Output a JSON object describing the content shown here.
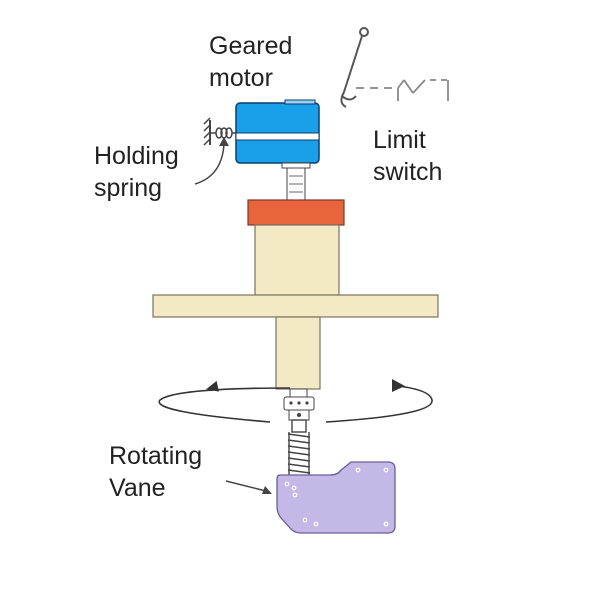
{
  "labels": {
    "geared_motor": [
      "Geared",
      "motor"
    ],
    "holding_spring": [
      "Holding",
      "spring"
    ],
    "limit_switch": [
      "Limit",
      "switch"
    ],
    "rotating_vane": [
      "Rotating",
      "Vane"
    ]
  },
  "colors": {
    "motor": "#1aa0e8",
    "motor_band": "#0a3e6e",
    "flange": "#e8643c",
    "body": "#f3e9c4",
    "body_stroke": "#7a7460",
    "vane": "#c4b8e6",
    "vane_stroke": "#6a5c9a",
    "line": "#444444",
    "switch_dash": "#888888"
  }
}
